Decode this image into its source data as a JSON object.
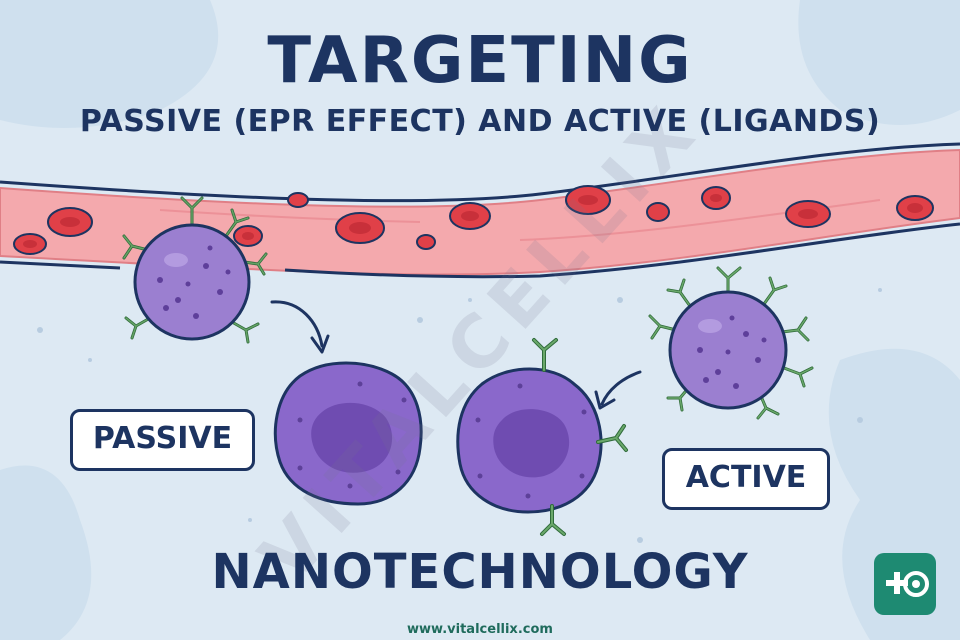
{
  "header": {
    "title": "TARGETING",
    "subtitle": "PASSIVE (EPR EFFECT) AND ACTIVE (LIGANDS)"
  },
  "labels": {
    "passive": "PASSIVE",
    "active": "ACTIVE"
  },
  "footer": {
    "title": "NANOTECHNOLOGY",
    "url": "www.vitalcellix.com"
  },
  "watermark": "VITALCELLIX",
  "colors": {
    "background": "#dde9f3",
    "vessel": "#f4a9ad",
    "vessel_edge": "#e07f86",
    "red_blood_cell": "#e04048",
    "nanoparticle": "#9b7fd0",
    "tumor_cell": "#7a56c0",
    "ligand": "#6aa86a",
    "text": "#1d3461",
    "logo": "#1e8a72"
  },
  "icons": {
    "logo": "vitalcellix-logo-icon"
  }
}
